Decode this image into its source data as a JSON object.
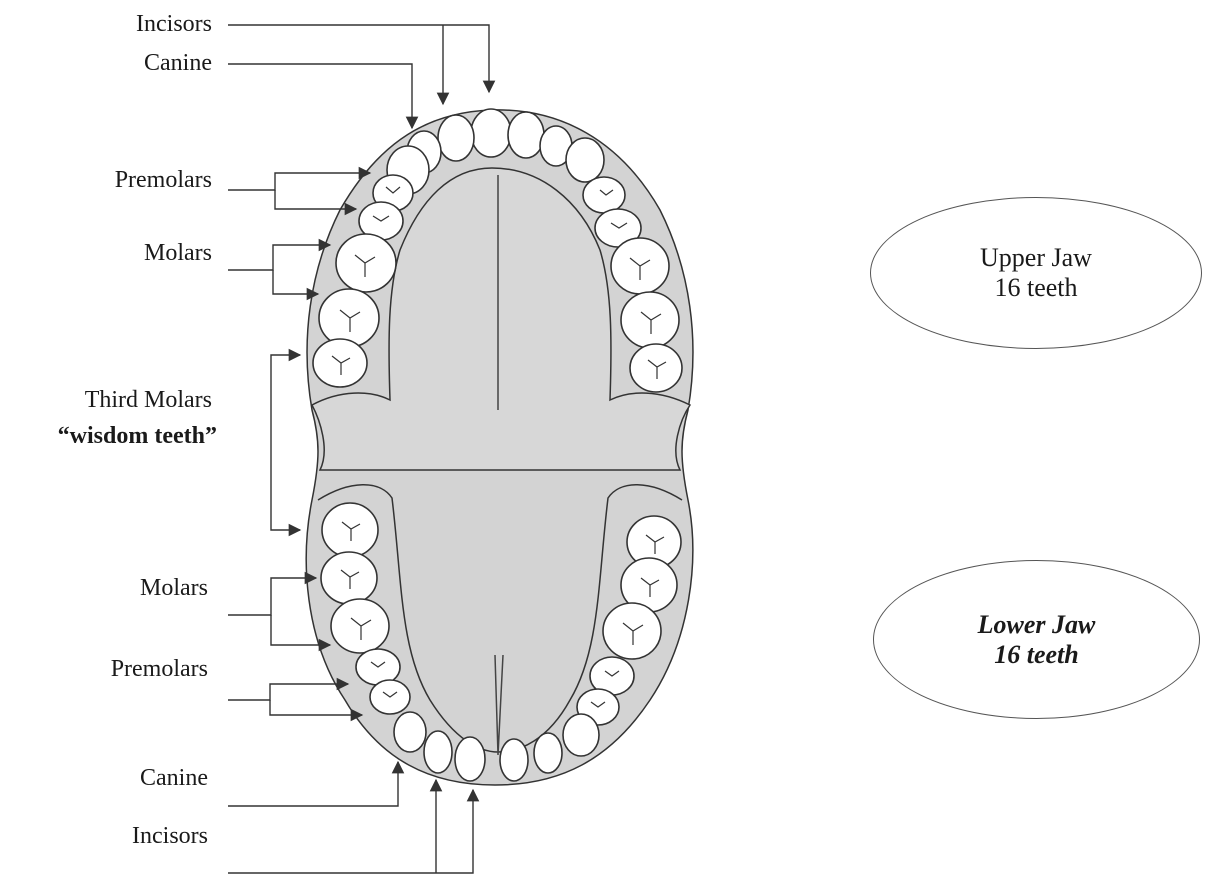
{
  "labels": {
    "upper_incisors": "Incisors",
    "upper_canine": "Canine",
    "upper_premolars": "Premolars",
    "upper_molars": "Molars",
    "third_molars": "Third Molars",
    "wisdom_teeth": "“wisdom teeth”",
    "lower_molars": "Molars",
    "lower_premolars": "Premolars",
    "lower_canine": "Canine",
    "lower_incisors": "Incisors"
  },
  "upper_jaw": {
    "title": "Upper Jaw",
    "count": "16 teeth"
  },
  "lower_jaw": {
    "title": "Lower Jaw",
    "count": "16 teeth"
  },
  "colors": {
    "gum": "#d3d3d3",
    "tooth": "#ffffff",
    "line": "#333333",
    "arrow": "#333333"
  }
}
